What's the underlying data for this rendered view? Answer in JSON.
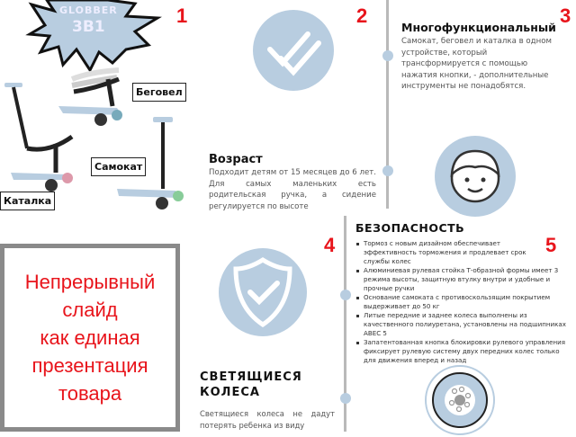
{
  "panel1": {
    "number": "1",
    "badge_brand": "GLOBBER",
    "badge_model": "3В1",
    "labels": {
      "balance_bike": "Беговел",
      "scooter": "Самокат",
      "walker": "Каталка"
    }
  },
  "panel2": {
    "number": "2",
    "icon": "double-check-icon",
    "title": "Возраст",
    "text": "Подходит детям от 15 месяцев до 6 лет. Для самых маленьких есть родительская ручка, а сидение регулируется по высоте"
  },
  "panel3": {
    "number": "3",
    "icon": "child-face-icon",
    "title": "Многофункциональный",
    "text": "Самокат, беговел и каталка в одном устройстве, который трансформируется с помощью нажатия кнопки, - дополнительные инструменты не понадобятся."
  },
  "promo": {
    "lines": [
      "Непрерывный",
      "слайд",
      "как единая",
      "презентация",
      "товара"
    ]
  },
  "panel4": {
    "number": "4",
    "icon": "shield-check-icon",
    "title_line1": "СВЕТЯЩИЕСЯ",
    "title_line2": "КОЛЕСА",
    "text": "Светящиеся колеса не дадут потерять ребенка из виду"
  },
  "panel5": {
    "number": "5",
    "icon": "wheel-icon",
    "title": "БЕЗОПАСНОСТЬ",
    "items": [
      "Тормоз с новым дизайном обеспечивает эффективность торможения и продлевает срок службы колес",
      "Алюминиевая рулевая стойка Т-образной формы имеет 3 режима высоты, защитную втулку внутри и удобные и прочные ручки",
      "Основание самоката с противоскользящим покрытием выдерживает до 50 кг",
      "Литые передние и заднее колеса выполнены из качественного полиуретана, установлены на подшипниках ABEC 5",
      "Запатентованная кнопка блокировки рулевого управления фиксирует рулевую систему двух передних колес только для движения вперед и назад"
    ]
  },
  "colors": {
    "accent_red": "#e8141b",
    "icon_blue": "#b8cde0",
    "line_gray": "#b9b9b9"
  }
}
